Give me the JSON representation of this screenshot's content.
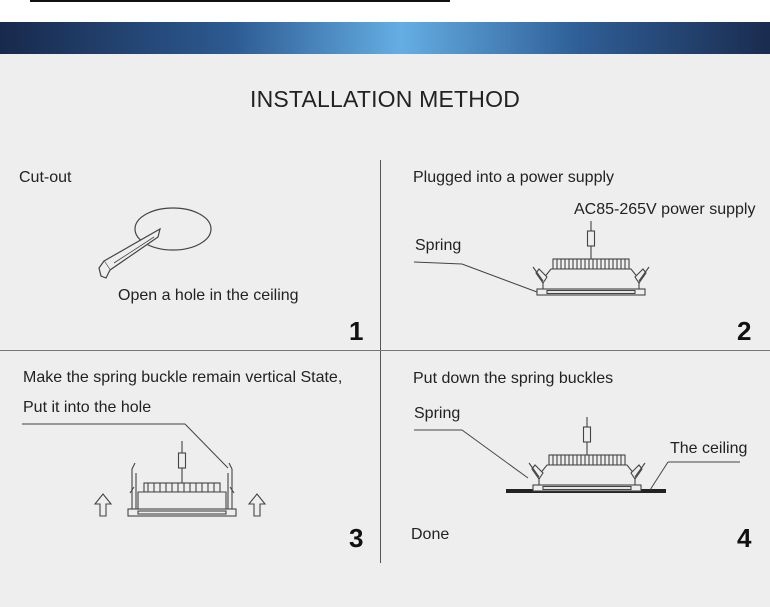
{
  "header": {
    "title": "INSTALLATION METHOD"
  },
  "steps": [
    {
      "number": "1",
      "heading": "Cut-out",
      "caption": "Open a hole in the ceiling"
    },
    {
      "number": "2",
      "heading": "Plugged into a power supply",
      "power_label": "AC85-265V power supply",
      "spring_label": "Spring"
    },
    {
      "number": "3",
      "heading_line1": "Make the spring buckle remain vertical State,",
      "heading_line2": "Put it into the hole"
    },
    {
      "number": "4",
      "heading": "Put down the spring buckles",
      "spring_label": "Spring",
      "ceiling_label": "The ceiling",
      "done_label": "Done"
    }
  ]
}
